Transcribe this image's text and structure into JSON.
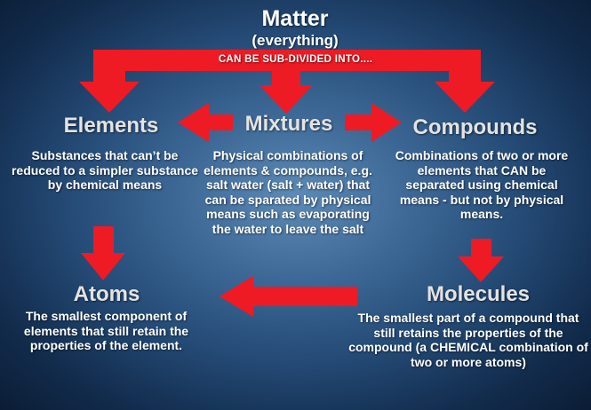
{
  "title": "Matter",
  "subtitle": "(everything)",
  "banner": "CAN BE SUB-DIVIDED INTO....",
  "nodes": {
    "elements": {
      "heading": "Elements",
      "description": "Substances that can’t be reduced to a simpler substance by chemical means"
    },
    "mixtures": {
      "heading": "Mixtures",
      "description": "Physical combinations of elements & compounds, e.g. salt water (salt + water) that can be sparated by physical means such as evaporating the water to leave the salt"
    },
    "compounds": {
      "heading": "Compounds",
      "description": "Combinations of two or more elements that CAN be separated using chemical means - but not by physical means."
    },
    "atoms": {
      "heading": "Atoms",
      "description": "The smallest component of elements that still retain the properties of the element."
    },
    "molecules": {
      "heading": "Molecules",
      "description": "The smallest part of a compound that still retains the properties of the compound (a CHEMICAL combination of two or more atoms)"
    }
  },
  "colors": {
    "arrow": "#ee1b24",
    "heading": "#e3e3e3",
    "text": "#ffffff"
  }
}
